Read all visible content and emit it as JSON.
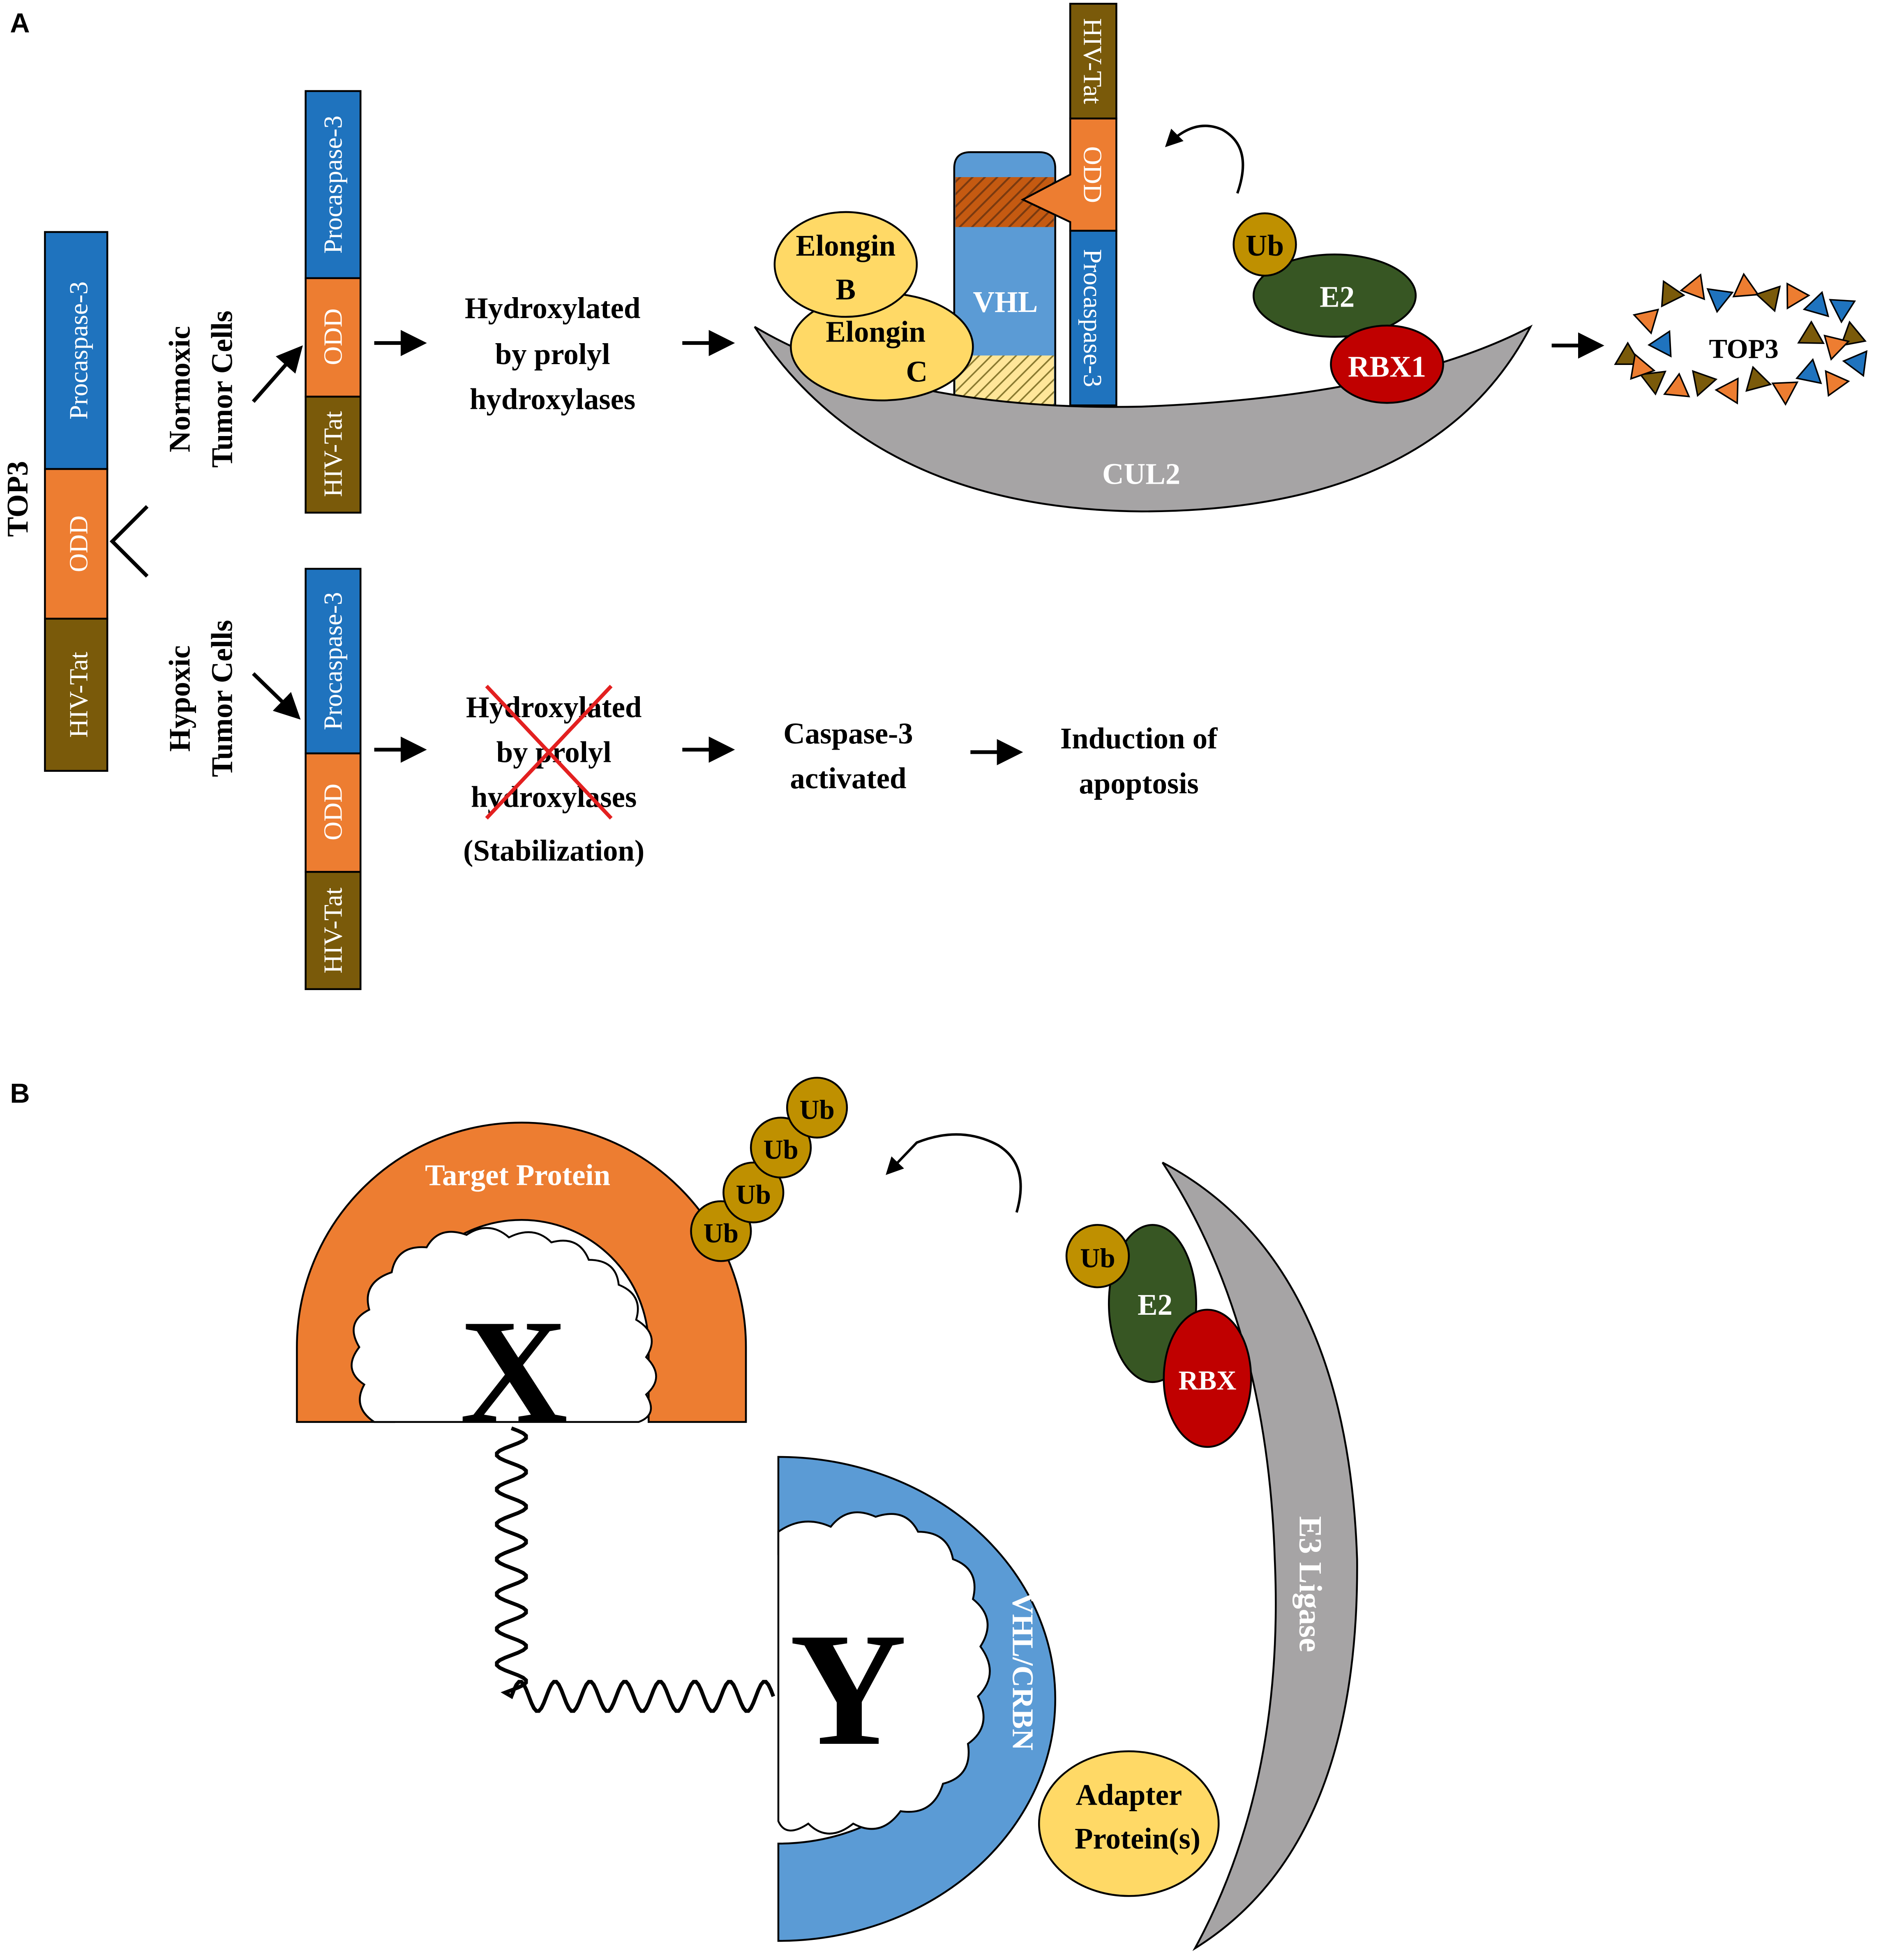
{
  "colors": {
    "procaspase": "#1f73be",
    "odd": "#ed7d31",
    "hivtat": "#7a5a0a",
    "cul2": "#a6a4a5",
    "elongin": "#ffd966",
    "vhl": "#5b9bd5",
    "ub": "#bf9000",
    "e2": "#375623",
    "rbx": "#c00000",
    "target": "#ed7d31"
  },
  "panel_a": {
    "letter": "A",
    "top3_label": "TOP3",
    "construct": {
      "procaspase": "Procaspase-3",
      "odd": "ODD",
      "hivtat": "HIV-Tat"
    },
    "normoxic": {
      "label_line1": "Normoxic",
      "label_line2": "Tumor Cells",
      "procaspase": "Procaspase-3",
      "odd": "ODD",
      "hivtat": "HIV-Tat",
      "step_line1": "Hydroxylated",
      "step_line2": "by prolyl",
      "step_line3": "hydroxylases"
    },
    "hypoxic": {
      "label_line1": "Hypoxic",
      "label_line2": "Tumor Cells",
      "procaspase": "Procaspase-3",
      "odd": "ODD",
      "hivtat": "HIV-Tat",
      "step_line1": "Hydroxylated",
      "step_line2": "by prolyl",
      "step_line3": "hydroxylases",
      "step_line4": "(Stabilization)",
      "caspase_line1": "Caspase-3",
      "caspase_line2": "activated",
      "apoptosis_line1": "Induction of",
      "apoptosis_line2": "apoptosis"
    },
    "complex": {
      "elongin_b_line1": "Elongin",
      "elongin_b_line2": "B",
      "elongin_c_line1": "Elongin",
      "elongin_c_line2": "C",
      "vhl": "VHL",
      "hivtat": "HIV-Tat",
      "odd": "ODD",
      "procaspase": "Procaspase-3",
      "ub": "Ub",
      "e2": "E2",
      "rbx1": "RBX1",
      "cul2": "CUL2"
    },
    "degraded": "TOP3"
  },
  "panel_b": {
    "letter": "B",
    "target_protein": "Target Protein",
    "ub1": "Ub",
    "ub2": "Ub",
    "ub3": "Ub",
    "ub4": "Ub",
    "ub_e2": "Ub",
    "e2": "E2",
    "rbx": "RBX",
    "x": "X",
    "y": "Y",
    "vhl_crbn": "VHL/CRBN",
    "e3_ligase": "E3 Ligase",
    "adapter_line1": "Adapter",
    "adapter_line2": "Protein(s)"
  }
}
